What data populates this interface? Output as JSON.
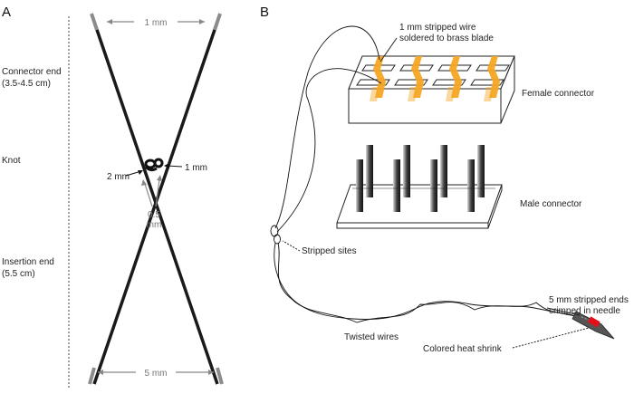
{
  "panel_a": {
    "letter": "A",
    "label_connector_end": "Connector end",
    "label_connector_len": "(3.5-4.5 cm)",
    "label_knot": "Knot",
    "label_insertion_end": "Insertion end",
    "label_insertion_len": "(5.5 cm)",
    "dim_top": "1 mm",
    "dim_bottom": "5 mm",
    "dim_knot_left": "2 mm",
    "dim_knot_right": "1 mm",
    "dim_half_a": "0.5",
    "dim_half_b": "mm"
  },
  "panel_b": {
    "letter": "B",
    "label_stripped_wire_1": "1 mm stripped wire",
    "label_stripped_wire_2": "soldered to brass blade",
    "label_female": "Female connector",
    "label_male": "Male connector",
    "label_stripped_sites": "Stripped sites",
    "label_twisted": "Twisted wires",
    "label_ends_1": "5 mm stripped ends",
    "label_ends_2": "crimped in needle",
    "label_heat_shrink": "Colored heat shrink"
  },
  "colors": {
    "wire": "#1a1a1a",
    "tip_gray": "#8c8c8c",
    "dim_gray": "#777777",
    "blade_orange": "#f5a623",
    "heat_shrink_red": "#e3101c"
  }
}
